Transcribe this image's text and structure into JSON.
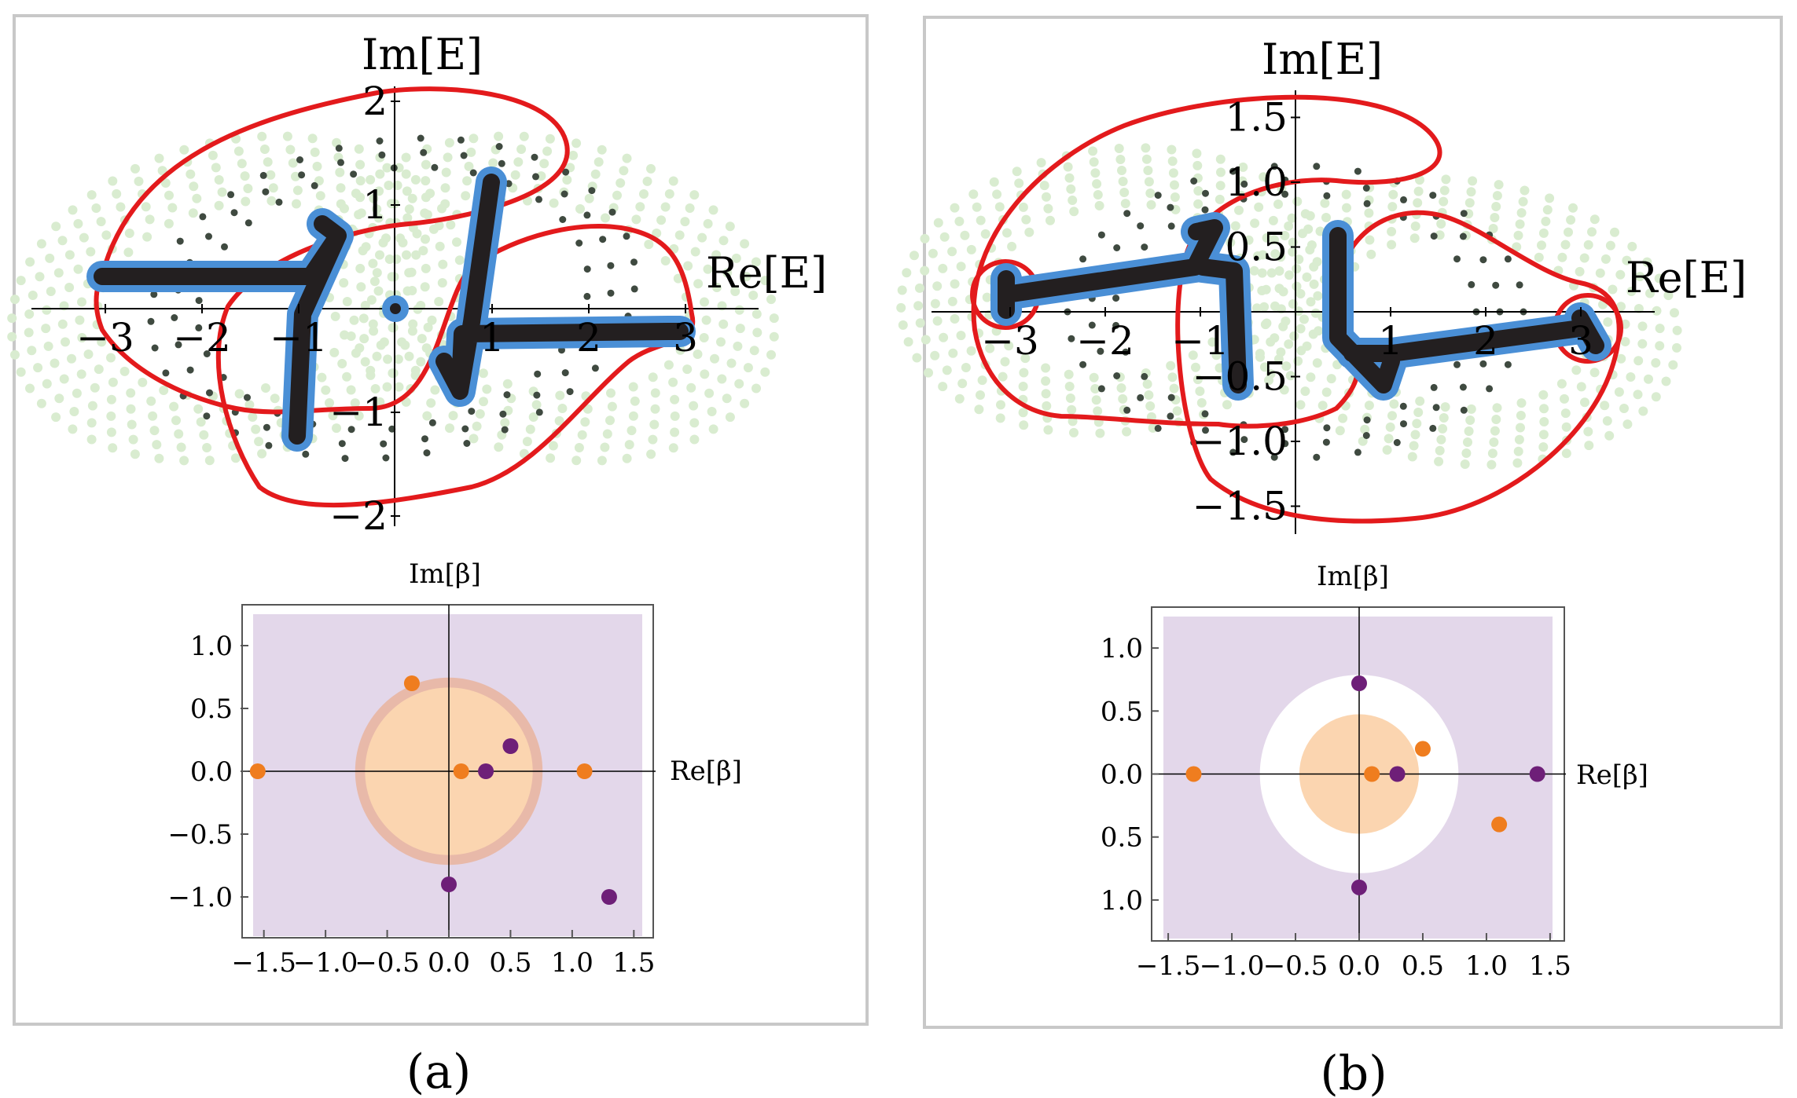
{
  "panels": [
    {
      "caption": "(a)",
      "top": {
        "xlabel": "Re[E]",
        "ylabel": "Im[E]",
        "xticks": [
          {
            "v": -3,
            "t": "−3"
          },
          {
            "v": -2,
            "t": "−2"
          },
          {
            "v": -1,
            "t": "−1"
          },
          {
            "v": 1,
            "t": "1"
          },
          {
            "v": 2,
            "t": "2"
          },
          {
            "v": 3,
            "t": "3"
          }
        ],
        "yticks": [
          {
            "v": -2,
            "t": "−2"
          },
          {
            "v": -1,
            "t": "−1"
          },
          {
            "v": 1,
            "t": "1"
          },
          {
            "v": 2,
            "t": "2"
          }
        ]
      },
      "bottom": {
        "xlabel": "Re[β]",
        "ylabel": "Im[β]",
        "xticks": [
          {
            "v": -1.5,
            "t": "−1.5"
          },
          {
            "v": -1.0,
            "t": "−1.0"
          },
          {
            "v": -0.5,
            "t": "−0.5"
          },
          {
            "v": 0.0,
            "t": "0.0"
          },
          {
            "v": 0.5,
            "t": "0.5"
          },
          {
            "v": 1.0,
            "t": "1.0"
          },
          {
            "v": 1.5,
            "t": "1.5"
          }
        ],
        "yticks": [
          {
            "v": 1.0,
            "t": "1.0"
          },
          {
            "v": 0.5,
            "t": "0.5"
          },
          {
            "v": 0.0,
            "t": "0.0"
          },
          {
            "v": -0.5,
            "t": "−0.5"
          },
          {
            "v": -1.0,
            "t": "−1.0"
          }
        ]
      }
    },
    {
      "caption": "(b)",
      "top": {
        "xlabel": "Re[E]",
        "ylabel": "Im[E]",
        "xticks": [
          {
            "v": -3,
            "t": "−3"
          },
          {
            "v": -2,
            "t": "−2"
          },
          {
            "v": -1,
            "t": "−1"
          },
          {
            "v": 1,
            "t": "1"
          },
          {
            "v": 2,
            "t": "2"
          },
          {
            "v": 3,
            "t": "3"
          }
        ],
        "yticks": [
          {
            "v": -1.5,
            "t": "−1.5"
          },
          {
            "v": -1.0,
            "t": "−1.0"
          },
          {
            "v": -0.5,
            "t": "−0.5"
          },
          {
            "v": 0.5,
            "t": "0.5"
          },
          {
            "v": 1.0,
            "t": "1.0"
          },
          {
            "v": 1.5,
            "t": "1.5"
          }
        ]
      },
      "bottom": {
        "xlabel": "Re[β]",
        "ylabel": "Im[β]",
        "xticks": [
          {
            "v": -1.5,
            "t": "−1.5"
          },
          {
            "v": -1.0,
            "t": "−1.0"
          },
          {
            "v": -0.5,
            "t": "−0.5"
          },
          {
            "v": 0.0,
            "t": "0.0"
          },
          {
            "v": 0.5,
            "t": "0.5"
          },
          {
            "v": 1.0,
            "t": "1.0"
          },
          {
            "v": 1.5,
            "t": "1.5"
          }
        ],
        "yticks": [
          {
            "v": 1.0,
            "t": "1.0"
          },
          {
            "v": 0.5,
            "t": "0.5"
          },
          {
            "v": 0.0,
            "t": "0.0"
          },
          {
            "v": -0.5,
            "t": "0.5"
          },
          {
            "v": -1.0,
            "t": "1.0"
          }
        ]
      }
    }
  ],
  "colors": {
    "red_curve": "#e31a1c",
    "blue_band": "#4a8fd6",
    "black_branch": "#231f20",
    "light_green": "#d9ecd0",
    "dark_green_dots": "#3f4a40",
    "purple_bg": "#e3d7ea",
    "orange_disk": "#fbd5b0",
    "orange_ring": "#e8b9a9",
    "orange_point": "#ef7d1f",
    "purple_point": "#6e1f78",
    "frame": "#c8c8c8"
  },
  "chart_data": [
    {
      "type": "scatter",
      "panel": "a",
      "xlabel": "Re[β]",
      "ylabel": "Im[β]",
      "xlim": [
        -1.6,
        1.6
      ],
      "ylim": [
        -1.25,
        1.25
      ],
      "disk": {
        "center": [
          0,
          0
        ],
        "radius": 0.68,
        "ring_width": 0.08
      },
      "series": [
        {
          "color": "orange",
          "x": [
            -1.55,
            -0.3,
            0.1,
            1.1
          ],
          "y": [
            0.0,
            0.7,
            0.0,
            0.0
          ]
        },
        {
          "color": "purple",
          "x": [
            0.0,
            0.3,
            0.5,
            1.3
          ],
          "y": [
            -0.9,
            0.0,
            0.2,
            -1.0
          ]
        }
      ]
    },
    {
      "type": "scatter",
      "panel": "b",
      "xlabel": "Re[β]",
      "ylabel": "Im[β]",
      "xlim": [
        -1.55,
        1.55
      ],
      "ylim": [
        -1.25,
        1.25
      ],
      "white_disk_radius": 0.78,
      "orange_disk_radius": 0.47,
      "series": [
        {
          "color": "orange",
          "x": [
            -1.3,
            0.1,
            0.5,
            1.1
          ],
          "y": [
            0.0,
            0.0,
            0.2,
            -0.4
          ]
        },
        {
          "color": "purple",
          "x": [
            0.0,
            0.3,
            1.4,
            0.0
          ],
          "y": [
            0.72,
            0.0,
            0.0,
            -0.9
          ]
        }
      ]
    }
  ]
}
